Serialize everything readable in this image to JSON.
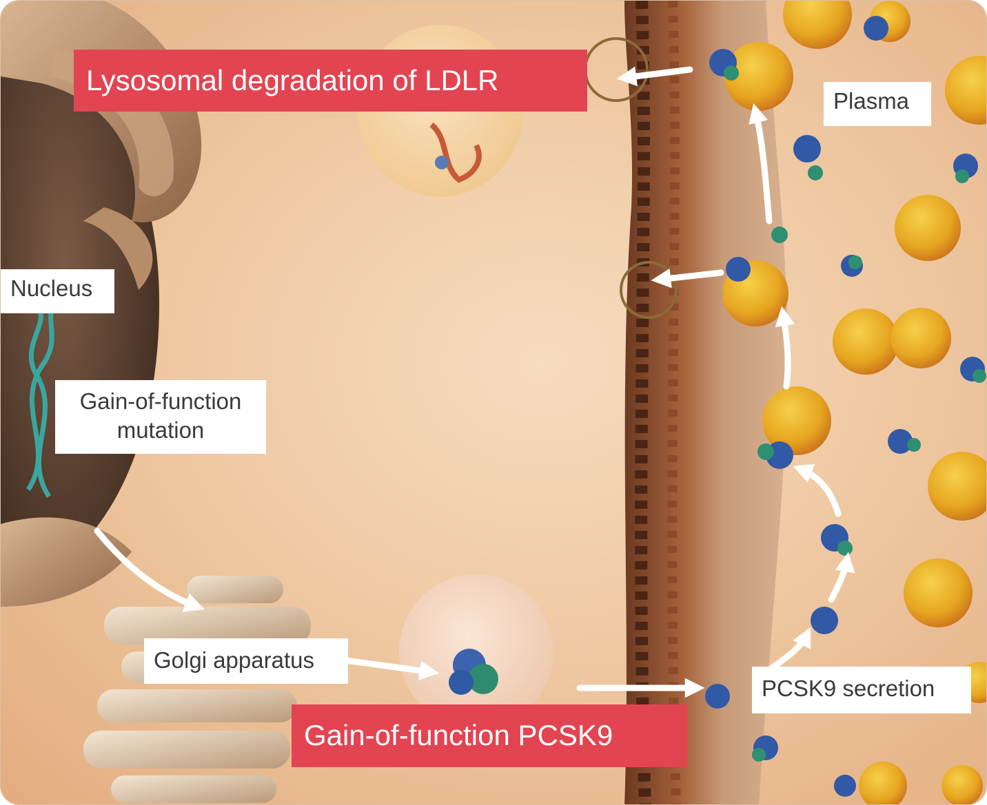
{
  "labels": {
    "lysosomal": "Lysosomal degradation of LDLR",
    "plasma": "Plasma",
    "nucleus": "Nucleus",
    "mutation_line1": "Gain-of-function",
    "mutation_line2": "mutation",
    "golgi": "Golgi apparatus",
    "gof_pcsk9": "Gain-of-function PCSK9",
    "secretion": "PCSK9 secretion"
  },
  "colors": {
    "banner": "#e24452",
    "label_bg": "#ffffff",
    "arrow": "#ffffff"
  }
}
